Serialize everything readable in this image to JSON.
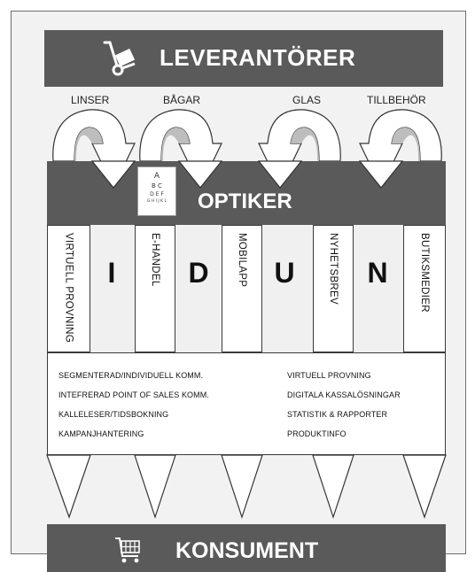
{
  "header": {
    "title": "LEVERANTÖRER",
    "icon": "hand-truck-icon"
  },
  "flows": {
    "linser": "LINSER",
    "bagar": "BÅGAR",
    "glas": "GLAS",
    "tillbehor": "TILLBEHÖR"
  },
  "optiker": {
    "title": "OPTIKER",
    "eye_chart": [
      "A",
      "B C",
      "D E F",
      "G H I J K L"
    ]
  },
  "columns": {
    "virtuell": "VIRTUELL PROVNING",
    "ehandel": "E-HANDEL",
    "mobilapp": "MOBILAPP",
    "nyhetsbrev": "NYHETSBREV",
    "butiksmedier": "BUTIKSMEDIER",
    "letters": [
      "I",
      "D",
      "U",
      "N"
    ]
  },
  "services": {
    "left": [
      "SEGMENTERAD/INDIVIDUELL KOMM.",
      "INTEFRERAD POINT OF SALES KOMM.",
      "KALLELESER/TIDSBOKNING",
      "KAMPANJHANTERING"
    ],
    "right": [
      "VIRTUELL PROVNING",
      "DIGITALA KASSALÖSNINGAR",
      "STATISTIK & RAPPORTER",
      "PRODUKTINFO"
    ]
  },
  "footer": {
    "title": "KONSUMENT",
    "icon": "shopping-cart-icon"
  },
  "colors": {
    "banner": "#5a5a5a",
    "arrow_shade": "#bdbdbd",
    "frame": "#f2f2f2"
  }
}
